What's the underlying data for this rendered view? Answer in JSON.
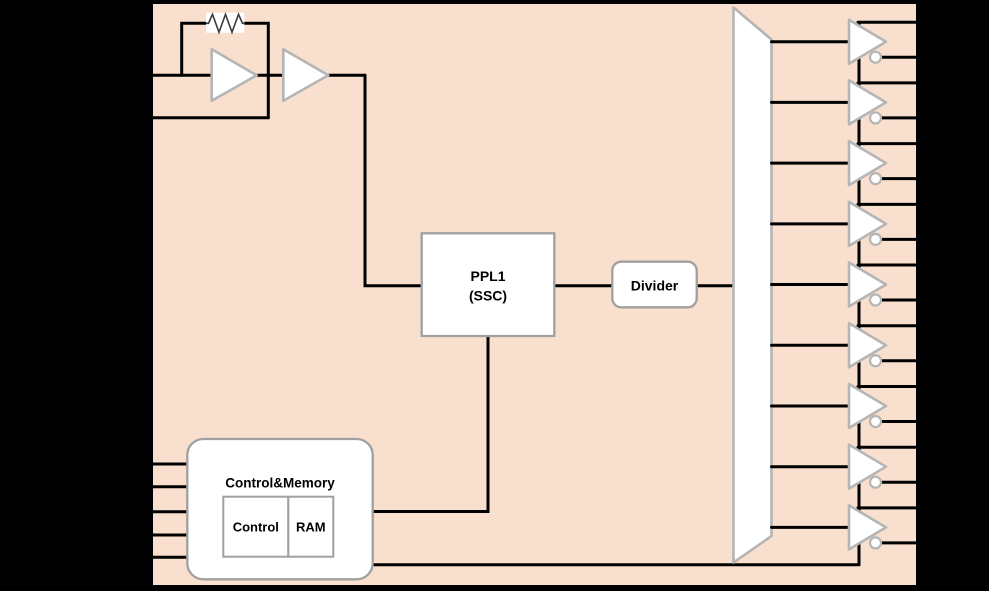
{
  "colors": {
    "background": "#000000",
    "chip_fill": "#F9DFCD",
    "wire": "#000000",
    "shape_fill": "#FFFFFF",
    "block_stroke": "#A0A0A0",
    "buffer_stroke": "#B5B5B5",
    "resistor_stroke": "#3C3C3C"
  },
  "blocks": {
    "pll": {
      "line1": "PPL1",
      "line2": "(SSC)"
    },
    "divider": {
      "label": "Divider"
    },
    "control_memory": {
      "title": "Control&Memory",
      "children": [
        "Control",
        "RAM"
      ]
    }
  },
  "pins": {
    "left_crystal_pin_count": 2,
    "left_control_pin_count": 5,
    "right_output_pin_count": 18
  },
  "output_buffers": {
    "count": 9,
    "outputs_per_buffer": 2
  },
  "icons": {
    "resistor": "resistor-icon",
    "amplifier": "amplifier-icon",
    "inverter_bubble": "inverter-bubble-icon",
    "mux": "mux-icon"
  }
}
